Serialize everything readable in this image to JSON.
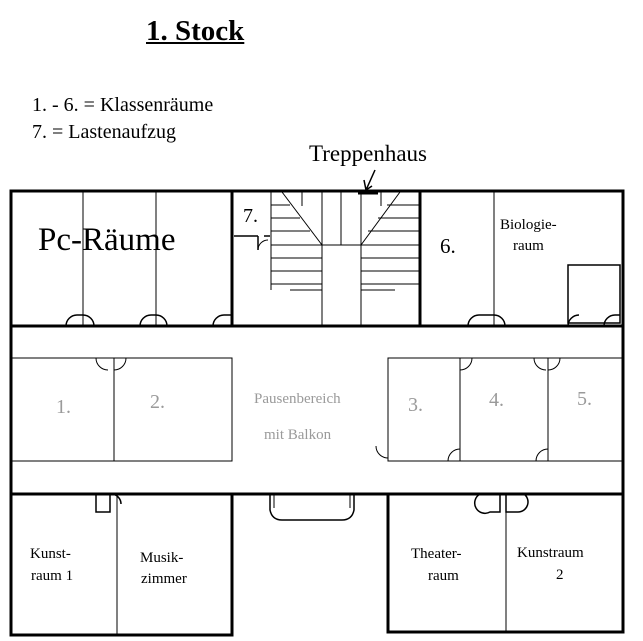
{
  "title": "1. Stock",
  "legend": {
    "line1": "1. - 6. = Klassenräume",
    "line2": "7. = Lastenaufzug"
  },
  "staircase_label": "Treppenhaus",
  "rooms": {
    "pc": "Pc-Räume",
    "elevator": "7.",
    "room6": "6.",
    "biology_line1": "Biologie-",
    "biology_line2": "raum",
    "room1": "1.",
    "room2": "2.",
    "room3": "3.",
    "room4": "4.",
    "room5": "5.",
    "break_line1": "Pausenbereich",
    "break_line2": "mit Balkon",
    "kunst1_line1": "Kunst-",
    "kunst1_line2": "raum 1",
    "musik_line1": "Musik-",
    "musik_line2": "zimmer",
    "theater_line1": "Theater-",
    "theater_line2": "raum",
    "kunst2_line1": "Kunstraum",
    "kunst2_line2": "2"
  }
}
